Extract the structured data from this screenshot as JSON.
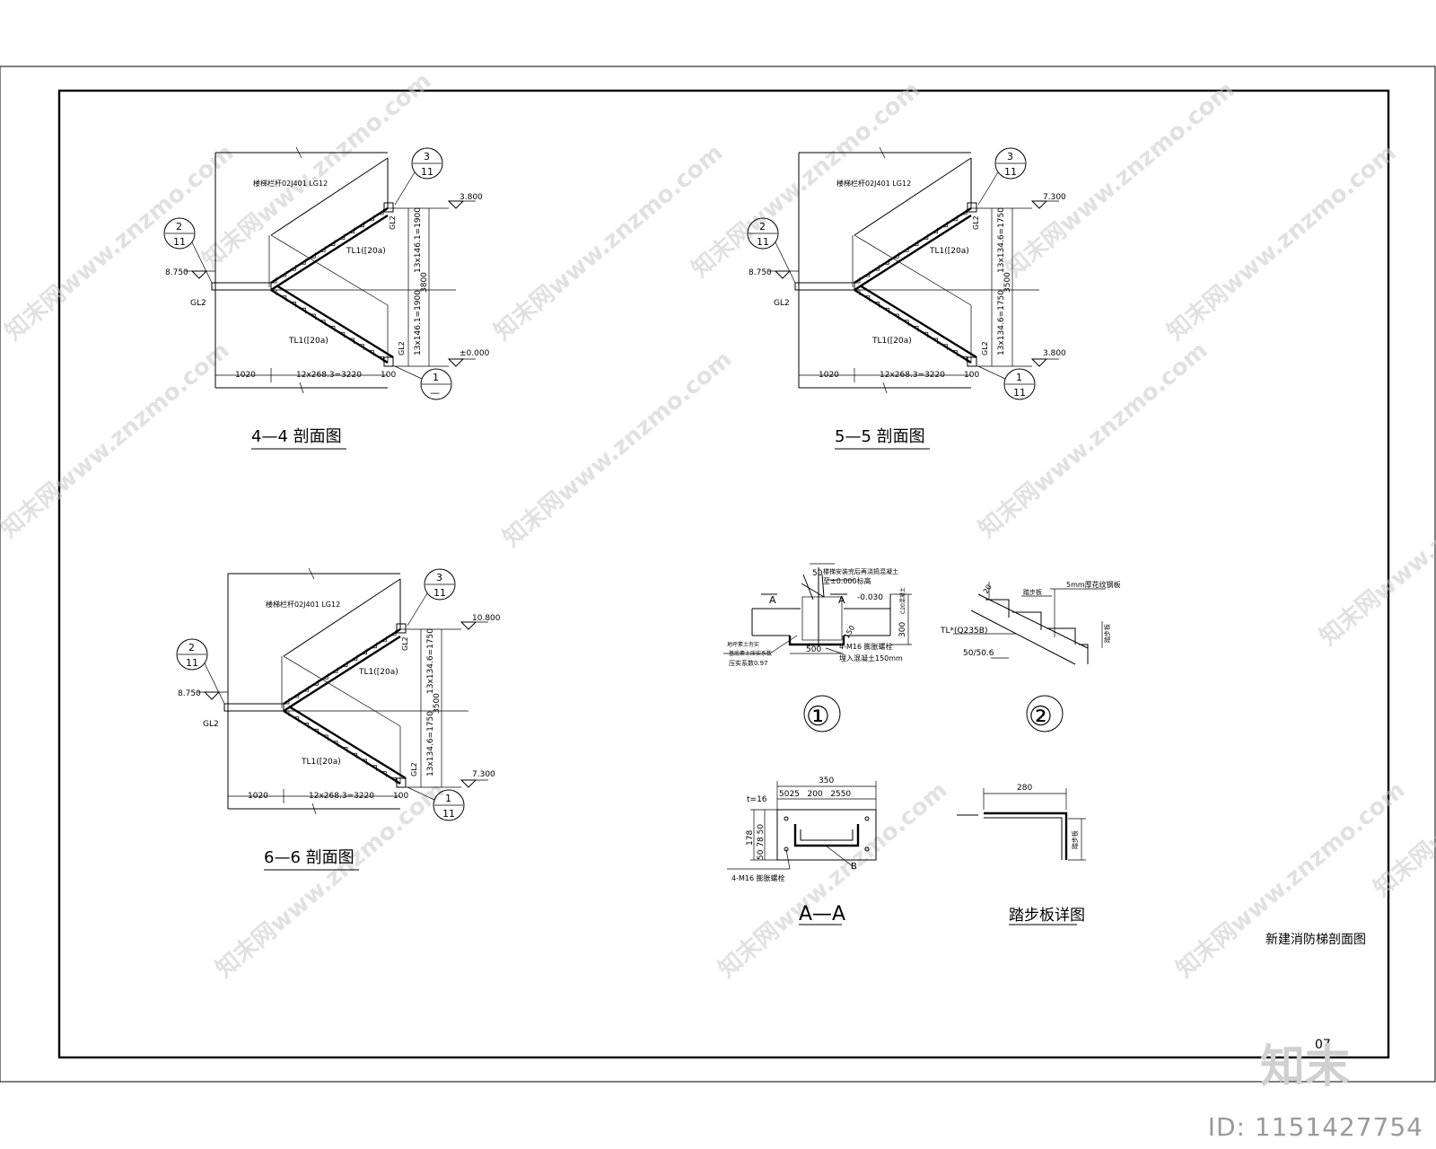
{
  "sheet": {
    "title": "新建消防梯剖面图",
    "page_number": "07",
    "watermark": "知末网www.znzmo.com",
    "logo": "知末",
    "id": "ID: 1151427754"
  },
  "sections": [
    {
      "title": "4—4 剖面图",
      "top_note": "楼梯栏杆02J401 LG12",
      "elev_left": "8.750",
      "elev_top": "3.800",
      "elev_bottom": "±0.000",
      "dim_total": "3800",
      "dim_upper": "13x146.1=1900",
      "dim_lower": "13x146.1=1900",
      "dim_land": "1020",
      "dim_run": "12x268.3=3220",
      "dim_end": "100",
      "beam_upper": "TL1([20a)",
      "beam_lower": "TL1([20a)",
      "gl_left": "GL2",
      "gl_top": "GL2",
      "gl_bottom": "GL2",
      "tag_left": [
        "2",
        "11"
      ],
      "tag_top": [
        "3",
        "11"
      ],
      "tag_bottom": [
        "1",
        "—"
      ]
    },
    {
      "title": "5—5 剖面图",
      "top_note": "楼梯栏杆02J401 LG12",
      "elev_left": "8.750",
      "elev_top": "7.300",
      "elev_bottom": "3.800",
      "dim_total": "3500",
      "dim_upper": "13x134.6=1750",
      "dim_lower": "13x134.6=1750",
      "dim_land": "1020",
      "dim_run": "12x268.3=3220",
      "dim_end": "100",
      "beam_upper": "TL1([20a)",
      "beam_lower": "TL1([20a)",
      "gl_left": "GL2",
      "gl_top": "GL2",
      "gl_bottom": "GL2",
      "tag_left": [
        "2",
        "11"
      ],
      "tag_top": [
        "3",
        "11"
      ],
      "tag_bottom": [
        "1",
        "11"
      ]
    },
    {
      "title": "6—6 剖面图",
      "top_note": "楼梯栏杆02J401 LG12",
      "elev_left": "8.750",
      "elev_top": "10.800",
      "elev_bottom": "7.300",
      "dim_total": "3500",
      "dim_upper": "13x134.6=1750",
      "dim_lower": "13x134.6=1750",
      "dim_land": "1020",
      "dim_run": "12x268.3=3220",
      "dim_end": "100",
      "beam_upper": "TL1([20a)",
      "beam_lower": "TL1([20a)",
      "gl_left": "GL2",
      "gl_top": "GL2",
      "gl_bottom": "GL2",
      "tag_left": [
        "2",
        "11"
      ],
      "tag_top": [
        "3",
        "11"
      ],
      "tag_bottom": [
        "1",
        "11"
      ]
    }
  ],
  "detail1": {
    "label": "①",
    "note_top": "楼梯安装完后再浇捣混凝土",
    "note_top2": "至±0.000标高",
    "dim_50": "50",
    "elev": "-0.030",
    "cut_a": "A",
    "dim_500": "500",
    "dim_300": "300",
    "bolt": "4-M16 膨胀螺栓",
    "bolt2": "埋入混凝土150mm",
    "slab_note": "C20混凝土",
    "soil_note": "地坪素土夯实",
    "soil_note2": "基底素土压实系数",
    "soil_note3": "压实系数0.97",
    "ref_150": "150"
  },
  "detail2": {
    "label": "②",
    "plate_note": "5mm厚花纹钢板",
    "tread_note": "踏步板",
    "beam": "TL*(Q235B)",
    "weld": "50/50.6",
    "dim_20": "20"
  },
  "detailAA": {
    "title": "A—A",
    "dim_total": "350",
    "dim_parts": "5025   200   2550",
    "thk": "t=16",
    "dim_v": "178",
    "dim_v_parts": "50 78 50",
    "bolt": "4-M16 膨胀螺栓",
    "cut_b": "B"
  },
  "detailStep": {
    "title": "踏步板详图",
    "dim": "280",
    "note": "踏步板"
  }
}
